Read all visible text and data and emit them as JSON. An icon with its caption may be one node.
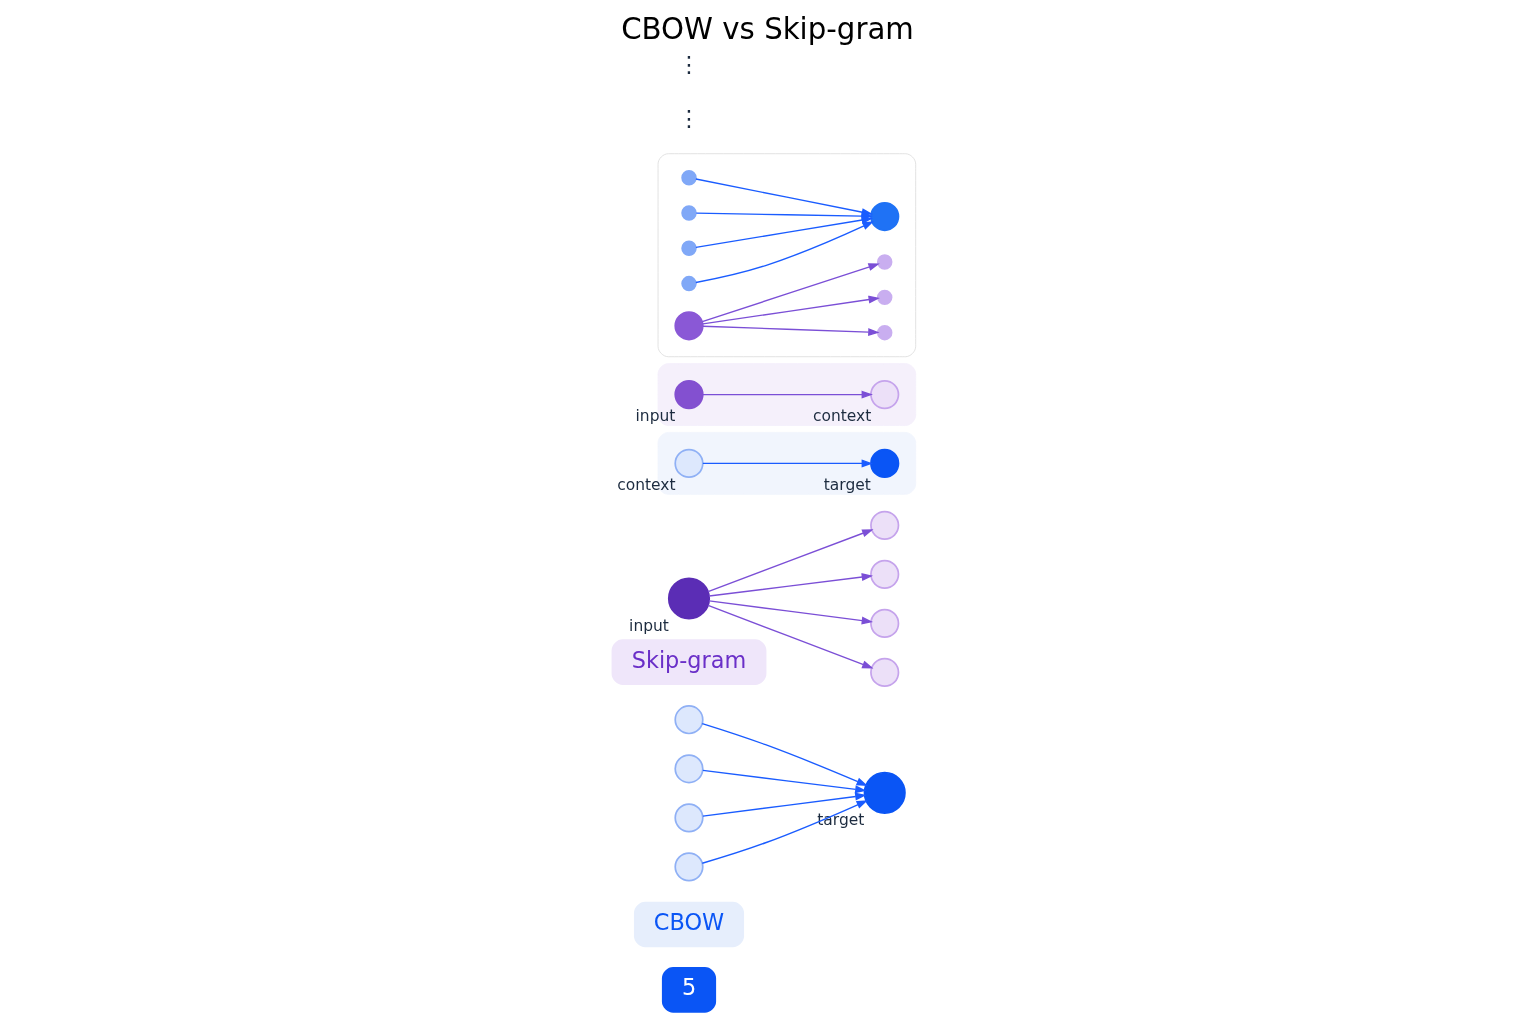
{
  "diagram": {
    "title": "CBOW vs Skip-gram",
    "nodes": [
      {
        "text": [
          "5"
        ]
      },
      {
        "text": [
          "CBOW"
        ]
      },
      {
        "text": [],
        "shape": "circle"
      },
      {
        "text": [],
        "shape": "circle"
      },
      {
        "text": [],
        "shape": "circle"
      },
      {
        "text": [],
        "shape": "circle"
      },
      {
        "text": [],
        "shape": "circle",
        "beside": [
          "target"
        ]
      },
      {
        "text": [
          "Skip-gram"
        ]
      },
      {
        "text": [],
        "shape": "circle",
        "beside": [
          "input"
        ]
      },
      {
        "text": [],
        "shape": "circle"
      },
      {
        "text": [],
        "shape": "circle"
      },
      {
        "text": [],
        "shape": "circle"
      },
      {
        "text": [],
        "shape": "circle"
      },
      {
        "text": [],
        "shape": "box"
      },
      {
        "text": [],
        "shape": "circle",
        "beside": [
          "context"
        ],
        "in": 13
      },
      {
        "text": [],
        "shape": "circle",
        "beside": [
          "target"
        ],
        "in": 13
      },
      {
        "text": [],
        "shape": "box"
      },
      {
        "text": [],
        "shape": "circle",
        "beside": [
          "input"
        ],
        "in": 16
      },
      {
        "text": [],
        "shape": "circle",
        "beside": [
          "context"
        ],
        "in": 16
      },
      {
        "text": [],
        "shape": "box"
      },
      {
        "text": [],
        "shape": "circle",
        "in": 19
      },
      {
        "text": [],
        "shape": "circle",
        "in": 19
      },
      {
        "text": [],
        "shape": "circle",
        "in": 19
      },
      {
        "text": [],
        "shape": "circle",
        "in": 19
      },
      {
        "text": [],
        "shape": "circle",
        "in": 19
      },
      {
        "text": [],
        "shape": "circle",
        "in": 19
      },
      {
        "text": [],
        "shape": "circle",
        "in": 19
      },
      {
        "text": [],
        "shape": "circle",
        "in": 19
      },
      {
        "text": [],
        "shape": "circle",
        "in": 19
      }
    ],
    "edges": [
      {
        "from": 2,
        "to": 6,
        "arrow": "to"
      },
      {
        "from": 3,
        "to": 6,
        "arrow": "to"
      },
      {
        "from": 4,
        "to": 6,
        "arrow": "to"
      },
      {
        "from": 5,
        "to": 6,
        "arrow": "to"
      },
      {
        "from": 8,
        "to": 9,
        "arrow": "to",
        "color": "#7b4fd6"
      },
      {
        "from": 8,
        "to": 10,
        "arrow": "to",
        "color": "#7b4fd6"
      },
      {
        "from": 8,
        "to": 11,
        "arrow": "to",
        "color": "#7b4fd6"
      },
      {
        "from": 8,
        "to": 12,
        "arrow": "to",
        "color": "#7b4fd6"
      },
      {
        "from": 14,
        "to": 15,
        "arrow": "to"
      },
      {
        "from": 17,
        "to": 18,
        "arrow": "to",
        "color": "#7b4fd6"
      },
      {
        "from": 20,
        "to": 24,
        "arrow": "to"
      },
      {
        "from": 21,
        "to": 24,
        "arrow": "to"
      },
      {
        "from": 22,
        "to": 24,
        "arrow": "to"
      },
      {
        "from": 23,
        "to": 24,
        "arrow": "to"
      },
      {
        "from": 25,
        "to": 26,
        "arrow": "to",
        "color": "#7b4fd6"
      },
      {
        "from": 25,
        "to": 27,
        "arrow": "to",
        "color": "#7b4fd6"
      },
      {
        "from": 25,
        "to": 28,
        "arrow": "to",
        "color": "#7b4fd6"
      }
    ],
    "labels": [
      "⋮",
      "⋮"
    ]
  }
}
